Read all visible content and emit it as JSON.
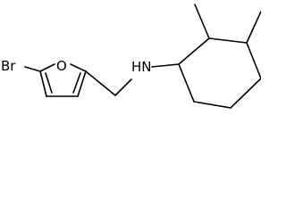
{
  "molecule": {
    "atom_labels": {
      "bromine": "Br",
      "oxygen": "O",
      "amine": "HN"
    },
    "colors": {
      "bond": "#000000",
      "label": "#000000",
      "background": "#ffffff"
    }
  }
}
